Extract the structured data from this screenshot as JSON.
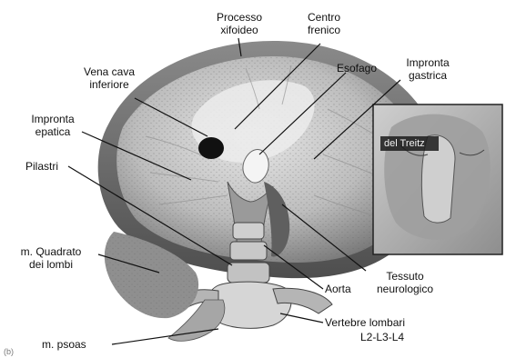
{
  "labels": {
    "processo_xifoideo": "Processo\nxifoideo",
    "centro_frenico": "Centro\nfrenico",
    "esofago": "Esofago",
    "impronta_gastrica": "Impronta\ngastrica",
    "vena_cava_inferiore": "Vena cava\ninferiore",
    "impronta_epatica": "Impronta\nepatica",
    "pilastri": "Pilastri",
    "quadrato_dei_lombi": "m. Quadrato\ndei lombi",
    "tessuto_neurologico": "Tessuto\nneurologico",
    "aorta": "Aorta",
    "vertebre_lombari": "Vertebre lombari",
    "vertebre_levels": "L2-L3-L4",
    "psoas": "m. psoas",
    "inset_text": "del Treitz",
    "figure_mark": "(b)"
  },
  "colors": {
    "background": "#ffffff",
    "tissue_light": "#d8d8d8",
    "tissue_mid": "#a8a8a8",
    "tissue_dark": "#6e6e6e",
    "foramen": "#111111",
    "leader_line": "#111111"
  }
}
